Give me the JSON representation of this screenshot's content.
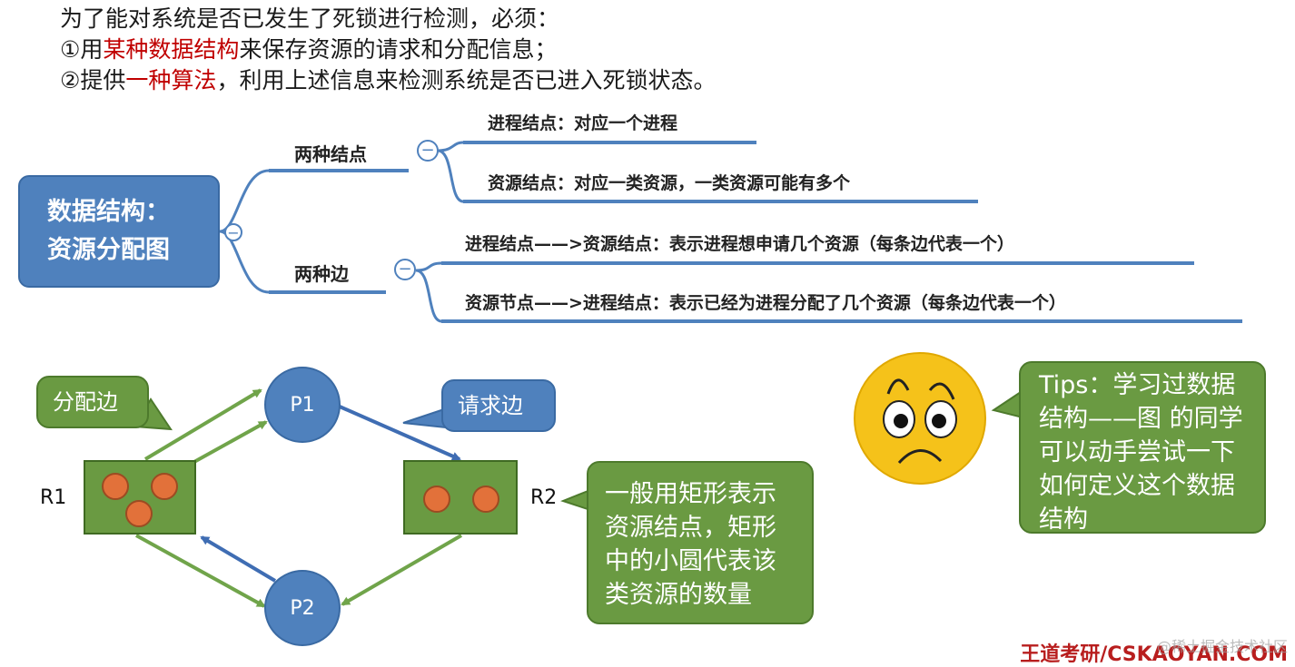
{
  "intro": {
    "line1": "为了能对系统是否已发生了死锁进行检测，必须：",
    "line2_prefix": "①用",
    "line2_red": "某种数据结构",
    "line2_suffix": "来保存资源的请求和分配信息；",
    "line3_prefix": "②提供",
    "line3_red": "一种算法",
    "line3_suffix": "，利用上述信息来检测系统是否已进入死锁状态。"
  },
  "mindmap": {
    "root_line1": "数据结构：",
    "root_line2": "资源分配图",
    "branch1": {
      "label": "两种结点",
      "leaf1": "进程结点：对应一个进程",
      "leaf2": "资源结点：对应一类资源，一类资源可能有多个"
    },
    "branch2": {
      "label": "两种边",
      "leaf1": "进程结点——>资源结点：表示进程想申请几个资源（每条边代表一个）",
      "leaf2": "资源节点——>进程结点：表示已经为进程分配了几个资源（每条边代表一个）"
    },
    "collapse_symbol": "−"
  },
  "graph": {
    "allocation_callout": "分配边",
    "request_callout": "请求边",
    "p1": "P1",
    "p2": "P2",
    "r1": "R1",
    "r2": "R2",
    "resource_note": "一般用矩形表示资源结点，矩形中的小圆代表该类资源的数量",
    "allocation_color": "#70a44a",
    "request_color": "#3f6db3"
  },
  "tips": {
    "text": "Tips：学习过数据结构——图 的同学可以动手尝试一下如何定义这个数据结构",
    "face_icon": "frowning-face-icon"
  },
  "footer": {
    "brand": "王道考研/CSKAOYAN.COM",
    "watermark": "@稀土掘金技术社区"
  }
}
